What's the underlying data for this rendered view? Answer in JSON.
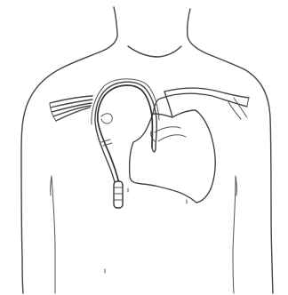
{
  "figure": {
    "background": "#ffffff",
    "line_color": "#444444",
    "parts": [
      "torso-outline",
      "heart",
      "left-brachiocephalic-vein",
      "right-brachiocephalic-vein",
      "central-venous-catheter"
    ]
  }
}
